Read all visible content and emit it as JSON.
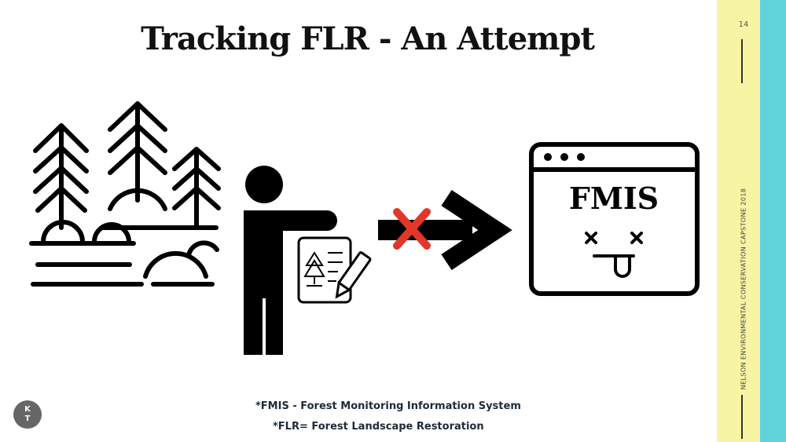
{
  "slide": {
    "title": "Tracking FLR - An Attempt",
    "page_number": "14",
    "sidebar_text": "NELSON ENVIRONMENTAL CONSERVATION CAPSTONE 2018",
    "colors": {
      "sidebar_yellow": "#f7f5a3",
      "sidebar_cyan": "#5fd3d9",
      "cross_red": "#e0372a"
    }
  },
  "illustration": {
    "icons": [
      "forest-icon",
      "person-holding-clipboard-icon",
      "blocked-arrow-icon",
      "browser-window-icon"
    ],
    "window_label": "FMIS",
    "status": "broken-face"
  },
  "footnotes": [
    "*FMIS - Forest Monitoring Information System",
    "*FLR= Forest Landscape Restoration"
  ],
  "author_badge": {
    "line1": "K",
    "line2": "T"
  }
}
